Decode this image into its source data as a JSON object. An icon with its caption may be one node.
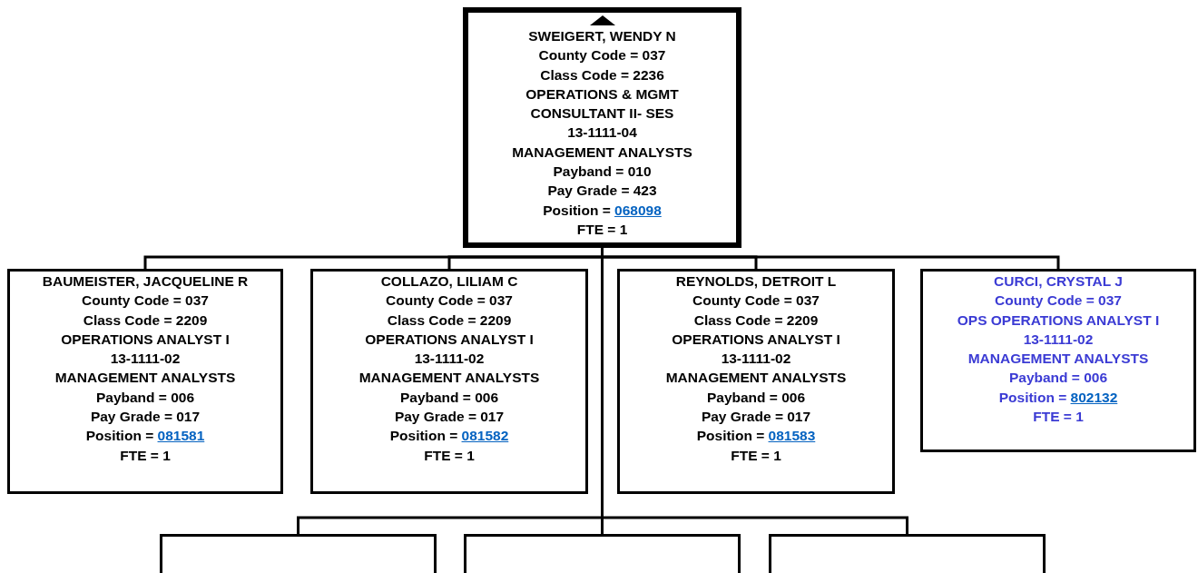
{
  "diagram": {
    "nodes": [
      {
        "text": [
          "SWEIGERT, WENDY N",
          "County Code = 037",
          "Class Code = 2236",
          "OPERATIONS & MGMT CONSULTANT II- SES",
          "13-1111-04",
          "MANAGEMENT ANALYSTS",
          "Payband = 010",
          "Pay Grade = 423",
          "Position = 068098",
          "FTE = 1"
        ]
      },
      {
        "text": [
          "BAUMEISTER, JACQUELINE R",
          "County Code = 037",
          "Class Code = 2209",
          "OPERATIONS ANALYST I",
          "13-1111-02",
          "MANAGEMENT ANALYSTS",
          "Payband = 006",
          "Pay Grade = 017",
          "Position = 081581",
          "FTE = 1"
        ]
      },
      {
        "text": [
          "COLLAZO, LILIAM C",
          "County Code = 037",
          "Class Code = 2209",
          "OPERATIONS ANALYST I",
          "13-1111-02",
          "MANAGEMENT ANALYSTS",
          "Payband = 006",
          "Pay Grade = 017",
          "Position = 081582",
          "FTE = 1"
        ]
      },
      {
        "text": [
          "REYNOLDS, DETROIT L",
          "County Code = 037",
          "Class Code = 2209",
          "OPERATIONS ANALYST I",
          "13-1111-02",
          "MANAGEMENT ANALYSTS",
          "Payband = 006",
          "Pay Grade = 017",
          "Position = 081583",
          "FTE = 1"
        ]
      },
      {
        "text": [
          "CURCI, CRYSTAL J",
          "County Code = 037",
          "OPS OPERATIONS ANALYST I",
          "13-1111-02",
          "MANAGEMENT ANALYSTS",
          "Payband = 006",
          "Position = 802132",
          "FTE = 1"
        ]
      },
      {
        "text": [],
        "shape": "box"
      },
      {
        "text": [],
        "shape": "box"
      },
      {
        "text": [],
        "shape": "box"
      }
    ],
    "edges": [
      {
        "from": 0,
        "to": 1,
        "arrow": "none"
      },
      {
        "from": 0,
        "to": 2,
        "arrow": "none"
      },
      {
        "from": 0,
        "to": 3,
        "arrow": "none"
      },
      {
        "from": 0,
        "to": 4,
        "arrow": "none"
      },
      {
        "from": 0,
        "to": 5,
        "arrow": "none"
      },
      {
        "from": 0,
        "to": 6,
        "arrow": "none"
      },
      {
        "from": 0,
        "to": 7,
        "arrow": "none"
      }
    ]
  }
}
